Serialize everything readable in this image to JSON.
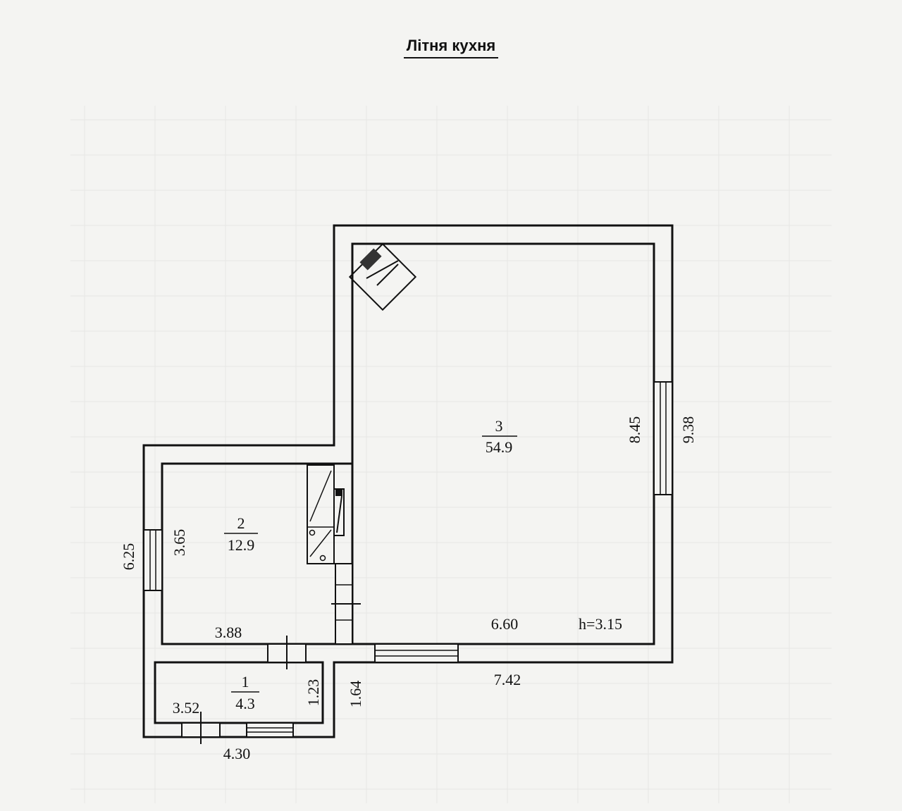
{
  "title": "Літня кухня",
  "rooms": [
    {
      "number": "1",
      "area": "4.3"
    },
    {
      "number": "2",
      "area": "12.9"
    },
    {
      "number": "3",
      "area": "54.9"
    }
  ],
  "dimensions": {
    "d_6_25": "6.25",
    "d_3_65": "3.65",
    "d_3_88": "3.88",
    "d_8_45": "8.45",
    "d_9_38": "9.38",
    "d_6_60": "6.60",
    "height": "h=3.15",
    "d_7_42": "7.42",
    "d_1_23": "1.23",
    "d_1_64": "1.64",
    "d_3_52": "3.52",
    "d_4_30": "4.30"
  }
}
